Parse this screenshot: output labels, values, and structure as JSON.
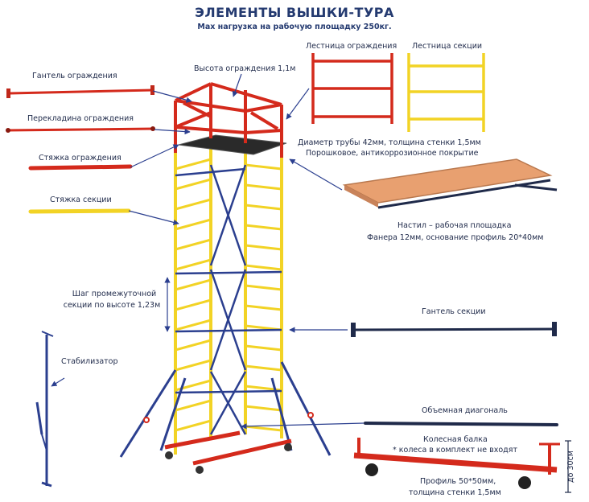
{
  "title": "ЭЛЕМЕНТЫ ВЫШКИ-ТУРА",
  "subtitle": "Max нагрузка на рабочую площадку 250кг.",
  "labels": {
    "guard_dumbbell": "Гантель ограждения",
    "guard_crossbar": "Перекладина ограждения",
    "guard_tie": "Стяжка ограждения",
    "section_tie": "Стяжка секции",
    "guard_height": "Высота ограждения 1,1м",
    "guard_ladder": "Лестница ограждения",
    "section_ladder": "Лестница секции",
    "pipe_line1": "Диаметр трубы 42мм, толщина стенки 1,5мм",
    "pipe_line2": "Порошковое, антикоррозионное покрытие",
    "deck_line1": "Настил – рабочая площадка",
    "deck_line2": "Фанера 12мм, основание профиль 20*40мм",
    "step_line1": "Шаг промежуточной",
    "step_line2": "секции по высоте 1,23м",
    "section_dumbbell": "Гантель секции",
    "stabilizer": "Стабилизатор",
    "volume_diagonal": "Объемная диагональ",
    "wheel_beam": "Колесная балка",
    "wheels_note": "* колеса в комплект не входят",
    "profile_line1": "Профиль 50*50мм,",
    "profile_line2": "толщина стенки 1,5мм",
    "height_30": "до 30см"
  },
  "colors": {
    "red": "#d42a1c",
    "yellow": "#f2d325",
    "blue": "#2b3f8f",
    "navy": "#1f2a4a",
    "orange": "#e8a070"
  }
}
